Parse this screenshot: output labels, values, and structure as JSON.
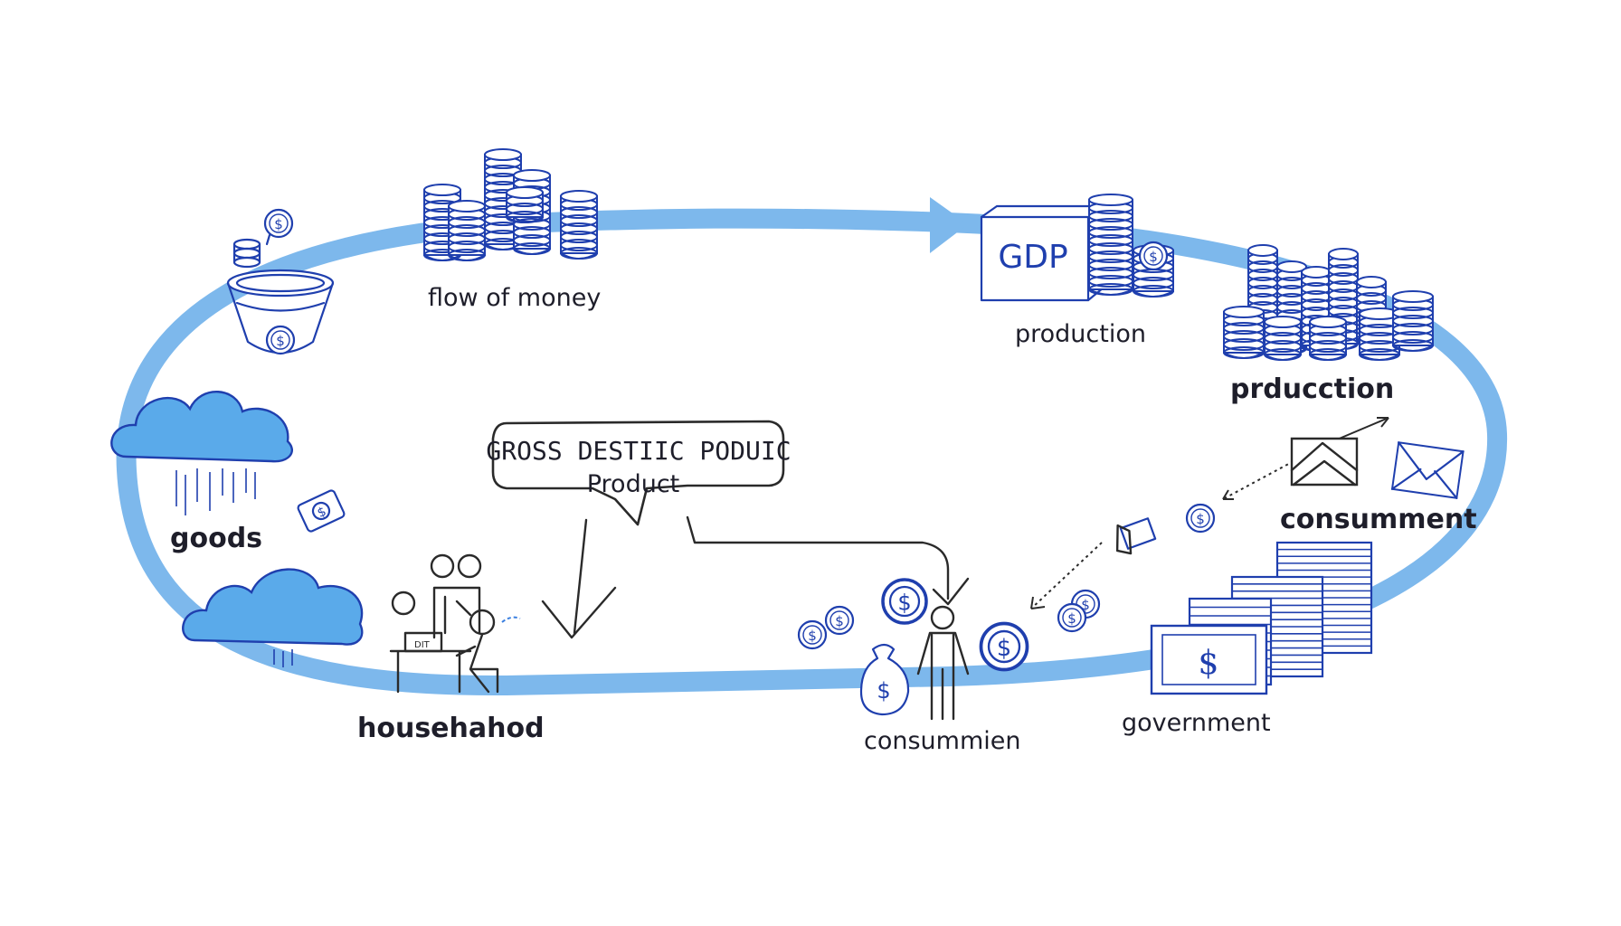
{
  "labels": {
    "flow_of_money": "flow of money",
    "gdp": "GDP",
    "production_1": "production",
    "production_2": "prducction",
    "goods": "goods",
    "gross_line1": "GROSS DESTIIC PODUIC",
    "gross_line2": "Product",
    "consumment": "consumment",
    "household": "househahod",
    "consummien": "consummien",
    "government": "government",
    "dollar": "$"
  },
  "colors": {
    "loop": "#7db8ec",
    "ink": "#1f3fae",
    "cloud": "#5aaaea",
    "text": "#1e1e2a"
  },
  "icons": [
    "coin-stack-icon",
    "bowl-icon",
    "cloud-icon",
    "money-bill-icon",
    "envelope-icon",
    "person-icon",
    "money-bag-icon",
    "banknote-stack-icon",
    "arrow-icon"
  ]
}
